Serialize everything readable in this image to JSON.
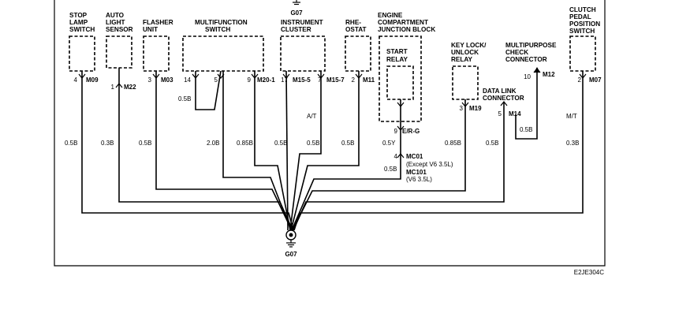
{
  "ground_top": {
    "id": "G07"
  },
  "ground_bottom": {
    "id": "G07"
  },
  "figure_code": "E2JE304C",
  "components": {
    "stop_lamp": [
      "STOP",
      "LAMP",
      "SWITCH"
    ],
    "auto_light": [
      "AUTO",
      "LIGHT",
      "SENSOR"
    ],
    "flasher": [
      "FLASHER",
      "UNIT"
    ],
    "multifunction": [
      "MULTIFUNCTION",
      "SWITCH"
    ],
    "instrument": [
      "INSTRUMENT",
      "CLUSTER"
    ],
    "rheostat": [
      "RHE-",
      "OSTAT"
    ],
    "ecjb": [
      "ENGINE",
      "COMPARTMENT",
      "JUNCTION BLOCK"
    ],
    "start_relay": [
      "START",
      "RELAY"
    ],
    "key_lock": [
      "KEY LOCK/",
      "UNLOCK",
      "RELAY"
    ],
    "multipurpose": [
      "MULTIPURPOSE",
      "CHECK",
      "CONNECTOR"
    ],
    "data_link": [
      "DATA LINK",
      "CONNECTOR"
    ],
    "clutch": [
      "CLUTCH",
      "PEDAL",
      "POSITION",
      "SWITCH"
    ]
  },
  "pins": {
    "stop_lamp": "4",
    "auto_light": "1",
    "flasher": "3",
    "mf_14": "14",
    "mf_5": "5",
    "mf_9": "9",
    "ic_17": "17",
    "ic_7": "7",
    "rheostat": "2",
    "ecjb": "9",
    "mc01": "4",
    "key_lock": "3",
    "multipurpose": "10",
    "data_link": "5",
    "clutch": "2"
  },
  "connectors": {
    "stop_lamp": "M09",
    "auto_light": "M22",
    "flasher": "M03",
    "mf": "M20-1",
    "ic_a": "M15-5",
    "ic_b": "M15-7",
    "rheostat": "M11",
    "ecjb": "E/R-G",
    "mc01": "MC01",
    "mc101": "MC101",
    "key_lock": "M19",
    "data_link": "M14",
    "multipurpose": "M12",
    "clutch": "M07"
  },
  "notes": {
    "mc01": "(Except V6 3.5L)",
    "mc101": "(V6 3.5L)",
    "at": "A/T",
    "mt": "M/T"
  },
  "wires": {
    "stop_lamp": "0.5B",
    "auto_light": "0.3B",
    "flasher": "0.5B",
    "mf_loop": "0.5B",
    "mf_5": "2.0B",
    "mf_9": "0.85B",
    "ic_17": "0.5B",
    "ic_7": "0.5B",
    "rheostat": "0.5B",
    "ecjb_a": "0.5Y",
    "ecjb_b": "0.5B",
    "key_lock": "0.85B",
    "data_link": "0.5B",
    "multipurpose": "0.5B",
    "clutch": "0.3B"
  }
}
